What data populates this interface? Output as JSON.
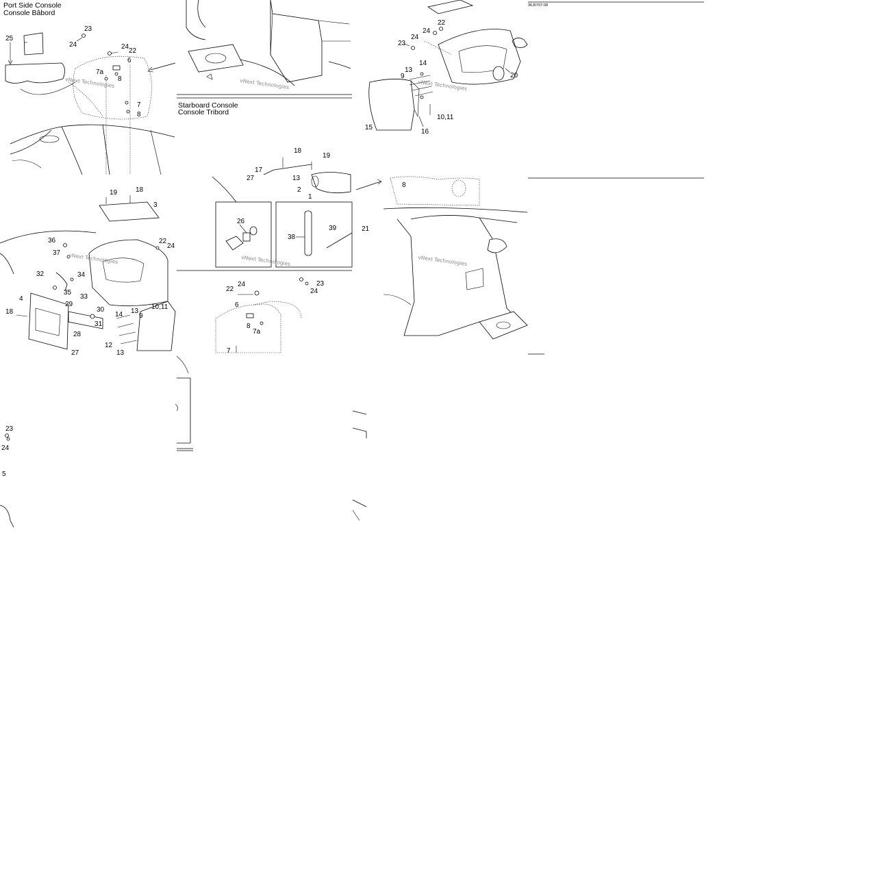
{
  "titles": {
    "port_en": "Port Side Console",
    "port_fr": "Console Bâbord",
    "star_en": "Starboard Console",
    "star_fr": "Console Tribord"
  },
  "ref_code": "36J0707-08",
  "watermark": "vNext Technologies",
  "callouts": [
    {
      "id": "c1",
      "text": "25"
    },
    {
      "id": "c2",
      "text": "23"
    },
    {
      "id": "c3",
      "text": "24"
    },
    {
      "id": "c4",
      "text": "24"
    },
    {
      "id": "c5",
      "text": "22"
    },
    {
      "id": "c6",
      "text": "7a"
    },
    {
      "id": "c7",
      "text": "6"
    },
    {
      "id": "c8",
      "text": "8"
    },
    {
      "id": "c9",
      "text": "7"
    },
    {
      "id": "c10",
      "text": "8"
    },
    {
      "id": "c11",
      "text": "22"
    },
    {
      "id": "c12",
      "text": "24"
    },
    {
      "id": "c13",
      "text": "24"
    },
    {
      "id": "c14",
      "text": "23"
    },
    {
      "id": "c15",
      "text": "14"
    },
    {
      "id": "c16",
      "text": "13"
    },
    {
      "id": "c17",
      "text": "9"
    },
    {
      "id": "c18",
      "text": "20"
    },
    {
      "id": "c19",
      "text": "10,11"
    },
    {
      "id": "c20",
      "text": "15"
    },
    {
      "id": "c21",
      "text": "16"
    },
    {
      "id": "c22",
      "text": "18"
    },
    {
      "id": "c23",
      "text": "19"
    },
    {
      "id": "c24",
      "text": "17"
    },
    {
      "id": "c25",
      "text": "27"
    },
    {
      "id": "c26",
      "text": "13"
    },
    {
      "id": "c27",
      "text": "2"
    },
    {
      "id": "c28",
      "text": "1"
    },
    {
      "id": "c29",
      "text": "26"
    },
    {
      "id": "c30",
      "text": "38"
    },
    {
      "id": "c31",
      "text": "39"
    },
    {
      "id": "c32",
      "text": "21"
    },
    {
      "id": "c33",
      "text": "8"
    },
    {
      "id": "c34",
      "text": "19"
    },
    {
      "id": "c35",
      "text": "18"
    },
    {
      "id": "c36",
      "text": "3"
    },
    {
      "id": "c37",
      "text": "36"
    },
    {
      "id": "c38",
      "text": "22"
    },
    {
      "id": "c39",
      "text": "24"
    },
    {
      "id": "c40",
      "text": "37"
    },
    {
      "id": "c41",
      "text": "32"
    },
    {
      "id": "c42",
      "text": "34"
    },
    {
      "id": "c43",
      "text": "35"
    },
    {
      "id": "c44",
      "text": "33"
    },
    {
      "id": "c45",
      "text": "4"
    },
    {
      "id": "c46",
      "text": "10,11"
    },
    {
      "id": "c47",
      "text": "29"
    },
    {
      "id": "c48",
      "text": "30"
    },
    {
      "id": "c49",
      "text": "18"
    },
    {
      "id": "c50",
      "text": "14"
    },
    {
      "id": "c51",
      "text": "13"
    },
    {
      "id": "c52",
      "text": "9"
    },
    {
      "id": "c53",
      "text": "31"
    },
    {
      "id": "c54",
      "text": "28"
    },
    {
      "id": "c55",
      "text": "12"
    },
    {
      "id": "c56",
      "text": "13"
    },
    {
      "id": "c57",
      "text": "27"
    },
    {
      "id": "c58",
      "text": "24"
    },
    {
      "id": "c59",
      "text": "22"
    },
    {
      "id": "c60",
      "text": "6"
    },
    {
      "id": "c61",
      "text": "8"
    },
    {
      "id": "c62",
      "text": "7a"
    },
    {
      "id": "c63",
      "text": "7"
    },
    {
      "id": "c64",
      "text": "23"
    },
    {
      "id": "c65",
      "text": "24"
    },
    {
      "id": "c66",
      "text": "23"
    },
    {
      "id": "c67",
      "text": "24"
    },
    {
      "id": "c68",
      "text": "5"
    }
  ]
}
